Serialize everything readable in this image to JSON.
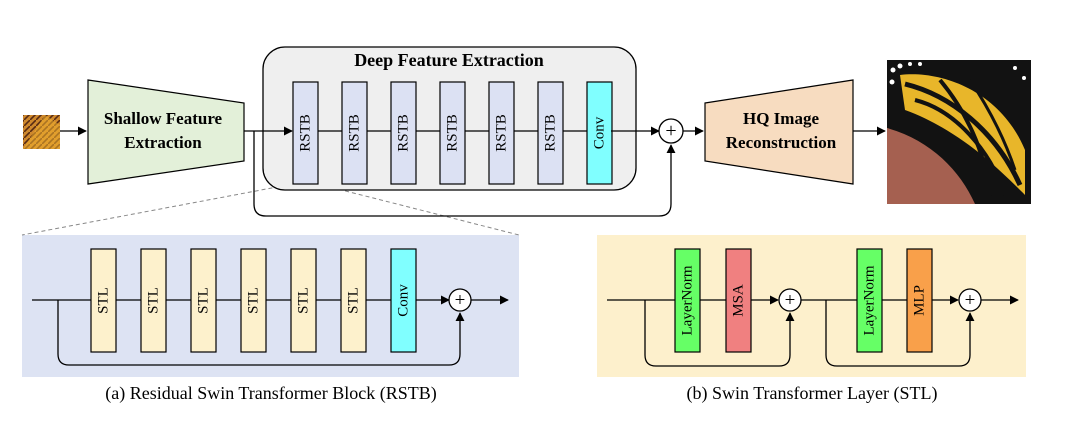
{
  "top": {
    "deep_title": "Deep Feature Extraction",
    "shallow_line1": "Shallow Feature",
    "shallow_line2": "Extraction",
    "hq_line1": "HQ Image",
    "hq_line2": "Reconstruction",
    "blocks": [
      "RSTB",
      "RSTB",
      "RSTB",
      "RSTB",
      "RSTB",
      "RSTB",
      "Conv"
    ],
    "plus": "+"
  },
  "rstb": {
    "blocks": [
      "STL",
      "STL",
      "STL",
      "STL",
      "STL",
      "STL",
      "Conv"
    ],
    "caption": "(a) Residual Swin Transformer Block (RSTB)",
    "plus": "+"
  },
  "stl": {
    "blocks": [
      "LayerNorm",
      "MSA",
      "LayerNorm",
      "MLP"
    ],
    "caption": "(b) Swin Transformer Layer (STL)",
    "plus1": "+",
    "plus2": "+"
  },
  "colors": {
    "rstb_fill": "#dce1f3",
    "conv_fill": "#80ffff",
    "stl_fill": "#fdf1cc",
    "layernorm_fill": "#66ff66",
    "msa_fill": "#f08080",
    "mlp_fill": "#f9a04a",
    "shallow_fill": "#e3f0d9",
    "hq_fill": "#f7dcc0",
    "deep_panel_fill": "#efefef",
    "rstb_panel_fill": "#dde3f3",
    "stl_panel_fill": "#fdf0cc"
  }
}
